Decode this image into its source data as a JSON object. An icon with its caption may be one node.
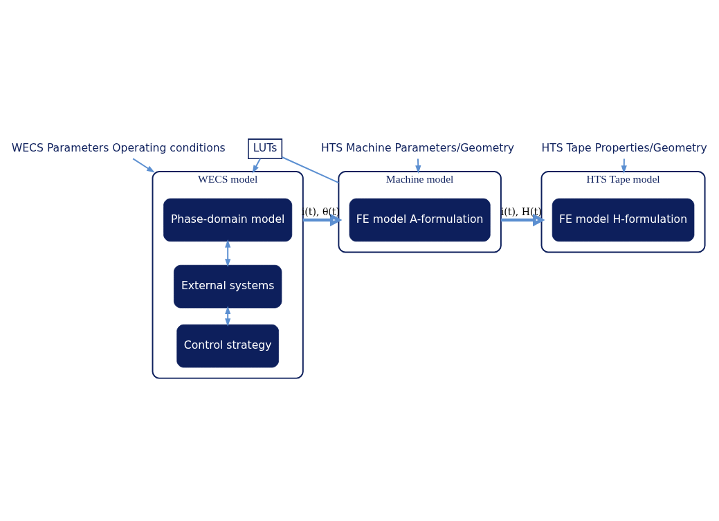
{
  "diagram": {
    "nodes": [
      {
        "text": [
          "WECS Parameters Operating conditions"
        ]
      },
      {
        "text": [
          "HTS Machine Parameters/Geometry"
        ]
      },
      {
        "text": [
          "HTS Tape Properties/Geometry"
        ]
      },
      {
        "text": [
          "LUTs"
        ]
      },
      {
        "text": [
          "WECS model"
        ]
      },
      {
        "text": [
          "Phase-domain model"
        ],
        "in": 4
      },
      {
        "text": [
          "External systems"
        ],
        "in": 4
      },
      {
        "text": [
          "Control strategy"
        ],
        "in": 4
      },
      {
        "text": [
          "Machine model"
        ]
      },
      {
        "text": [
          "FE model A-formulation"
        ],
        "in": 8
      },
      {
        "text": [
          "HTS Tape model"
        ]
      },
      {
        "text": [
          "FE model H-formulation"
        ],
        "in": 10
      }
    ],
    "edges": [
      {
        "from": 0,
        "to": 4,
        "arrow": "to"
      },
      {
        "from": 1,
        "to": 8,
        "arrow": "to"
      },
      {
        "from": 2,
        "to": 10,
        "arrow": "to"
      },
      {
        "from": 8,
        "to": 3,
        "arrow": "none"
      },
      {
        "from": 3,
        "to": 4,
        "arrow": "to"
      },
      {
        "from": 5,
        "to": 6,
        "arrow": "both"
      },
      {
        "from": 6,
        "to": 7,
        "arrow": "both"
      },
      {
        "from": 4,
        "to": 8,
        "arrow": "to",
        "label": "i(t), θ(t)",
        "style": "thick"
      },
      {
        "from": 8,
        "to": 10,
        "arrow": "to",
        "label": "i(t), H(t)",
        "style": "thick"
      }
    ]
  }
}
